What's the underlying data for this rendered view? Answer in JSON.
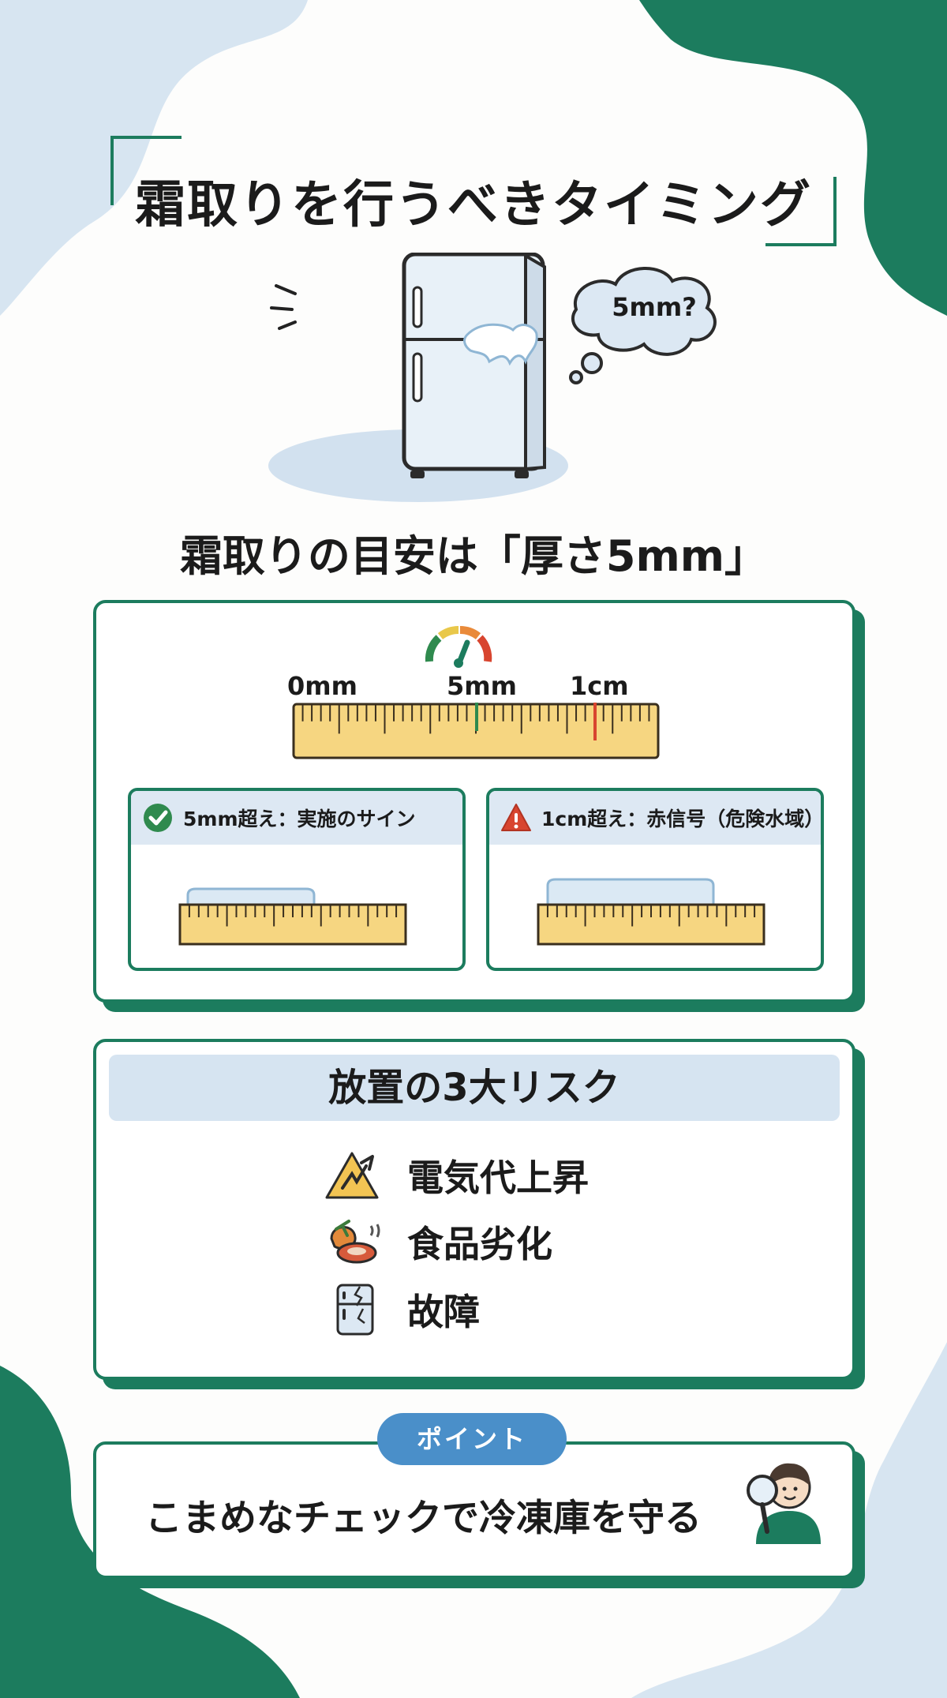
{
  "colors": {
    "accent": "#1c7c5e",
    "light_blue": "#d6e4f1",
    "badge_blue": "#4a8fc9",
    "warning_red": "#d8452f",
    "ruler_yellow": "#f6d681"
  },
  "title": "霜取りを行うべきタイミング",
  "hero": {
    "thought_bubble": "5mm?",
    "icon": "fridge-icon"
  },
  "subheading": "霜取りの目安は「厚さ5mm」",
  "scale": {
    "labels": [
      "0mm",
      "5mm",
      "1cm"
    ],
    "gauge_icon": "gauge-icon"
  },
  "cards": [
    {
      "icon": "check-icon",
      "text": "5mm超え：実施のサイン"
    },
    {
      "icon": "warning-icon",
      "text": "1cm超え：赤信号（危険水域）"
    }
  ],
  "risks": {
    "heading": "放置の3大リスク",
    "items": [
      {
        "icon": "warning-arrow-icon",
        "label": "電気代上昇"
      },
      {
        "icon": "food-icon",
        "label": "食品劣化"
      },
      {
        "icon": "broken-fridge-icon",
        "label": "故障"
      }
    ]
  },
  "point": {
    "badge": "ポイント",
    "text": "こまめなチェックで冷凍庫を守る",
    "icon": "person-magnifier-icon"
  }
}
